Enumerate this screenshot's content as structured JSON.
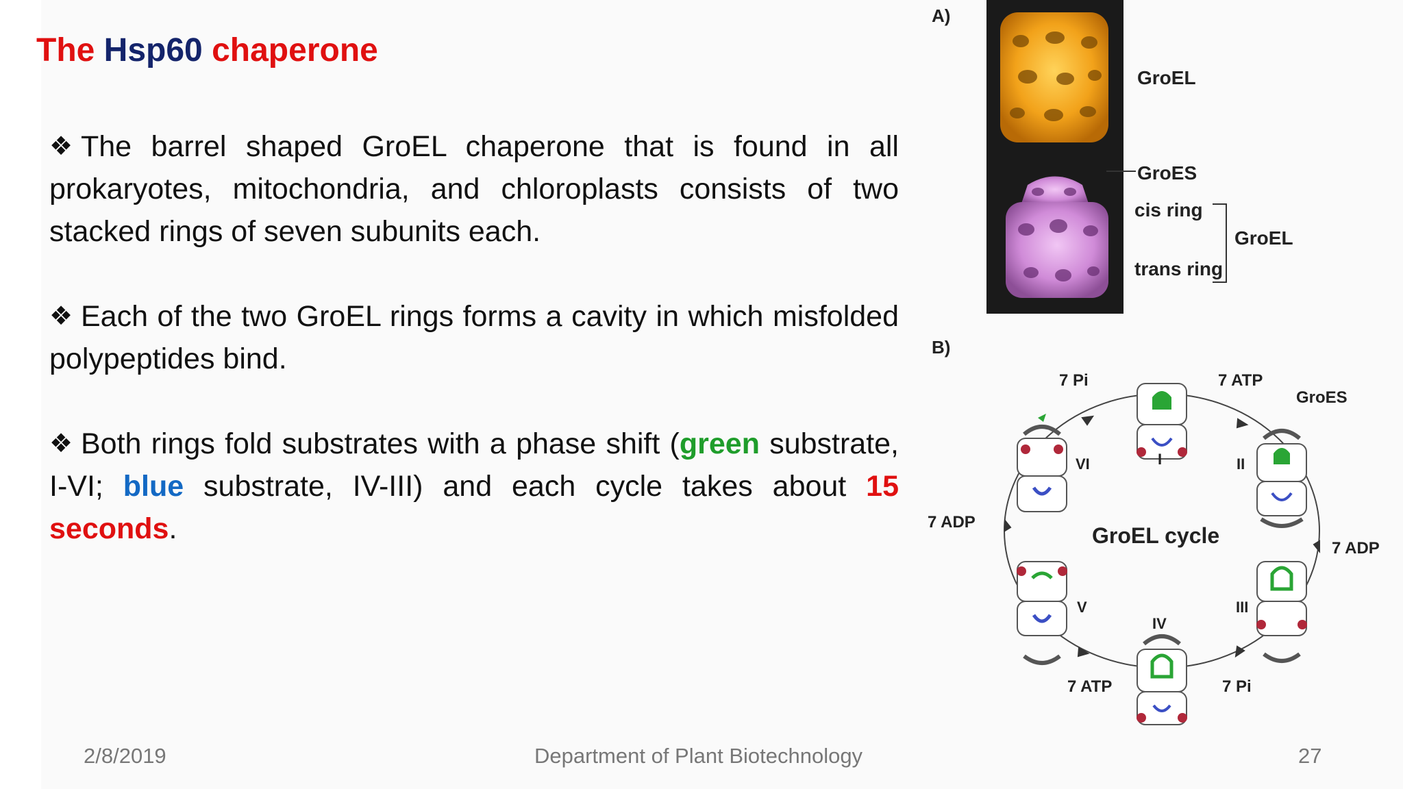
{
  "title": {
    "part1": "The ",
    "part2": "Hsp60",
    "part3": " chaperone"
  },
  "bullets": [
    {
      "text": "The barrel shaped GroEL chaperone that is found in all prokaryotes, mitochondria, and chloroplasts consists of two stacked rings of seven subunits each."
    },
    {
      "text": "Each of the two GroEL rings forms a cavity in which misfolded polypeptides bind."
    },
    {
      "t1": "Both rings fold substrates with a phase shift (",
      "green": "green",
      "t2": " substrate, I-VI; ",
      "blue": "blue",
      "t3": " substrate, IV-III) and each cycle takes about ",
      "red": "15 seconds",
      "t4": "."
    }
  ],
  "figure": {
    "panel_a": {
      "label": "A)",
      "groel_top": "GroEL",
      "groes": "GroES",
      "cis_ring": "cis ring",
      "trans_ring": "trans ring",
      "groel_bracket": "GroEL"
    },
    "panel_b": {
      "label": "B)",
      "center": "GroEL cycle",
      "stages": [
        "I",
        "II",
        "III",
        "IV",
        "V",
        "VI"
      ],
      "flows": {
        "pi_top": "7 Pi",
        "atp_top": "7 ATP",
        "groes": "GroES",
        "adp_left": "7 ADP",
        "adp_right": "7 ADP",
        "atp_bottom": "7 ATP",
        "pi_bottom": "7 Pi"
      },
      "colors": {
        "substrate_green": "#2aa535",
        "substrate_blue": "#3b4fc4",
        "ring_red": "#b0283a"
      }
    }
  },
  "footer": {
    "date": "2/8/2019",
    "department": "Department of Plant Biotechnology",
    "page": "27"
  }
}
